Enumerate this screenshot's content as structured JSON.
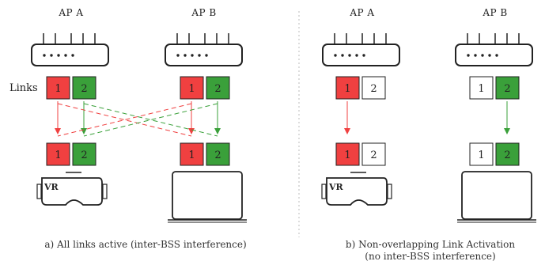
{
  "colors": {
    "active_red": "#f04040",
    "active_green": "#3aa03a",
    "inactive": "#ffffff",
    "stroke": "#222222",
    "divider": "#bbbbbb"
  },
  "panel_a": {
    "ap_a_label": "AP A",
    "ap_b_label": "AP B",
    "links_label": "Links",
    "caption": "a) All links active (inter-BSS interference)",
    "ap_a_links": [
      "1",
      "2"
    ],
    "ap_b_links": [
      "1",
      "2"
    ],
    "client_a_links": [
      "1",
      "2"
    ],
    "client_b_links": [
      "1",
      "2"
    ],
    "vr_label": "VR"
  },
  "panel_b": {
    "ap_a_label": "AP A",
    "ap_b_label": "AP B",
    "caption_line1": "b) Non-overlapping Link Activation",
    "caption_line2": "(no inter-BSS interference)",
    "ap_a_links": [
      "1",
      "2"
    ],
    "ap_b_links": [
      "1",
      "2"
    ],
    "client_a_links": [
      "1",
      "2"
    ],
    "client_b_links": [
      "1",
      "2"
    ],
    "vr_label": "VR"
  }
}
